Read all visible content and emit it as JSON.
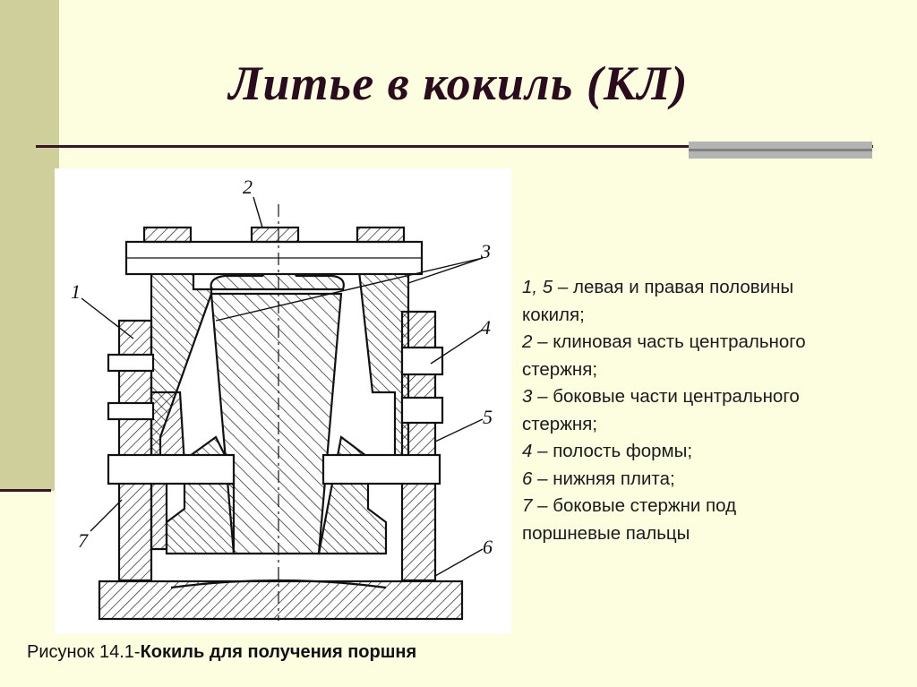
{
  "title": "Литье в кокиль (КЛ)",
  "diagram_labels": [
    "1",
    "2",
    "3",
    "4",
    "5",
    "6",
    "7"
  ],
  "legend": [
    {
      "num": "1, 5",
      "text": " – левая и правая половины"
    },
    {
      "num": "",
      "text": "кокиля;"
    },
    {
      "num": " 2",
      "text": " – клиновая часть центрального"
    },
    {
      "num": "",
      "text": "стержня;"
    },
    {
      "num": "3",
      "text": " – боковые части центрального"
    },
    {
      "num": "",
      "text": "стержня;"
    },
    {
      "num": "4",
      "text": " – полость формы;"
    },
    {
      "num": "6",
      "text": " – нижняя плита;"
    },
    {
      "num": "7",
      "text": " – боковые стержни под"
    },
    {
      "num": "",
      "text": "поршневые пальцы"
    }
  ],
  "caption": {
    "prefix": "Рисунок 14.1-",
    "bold": "Кокиль для получения поршня"
  }
}
